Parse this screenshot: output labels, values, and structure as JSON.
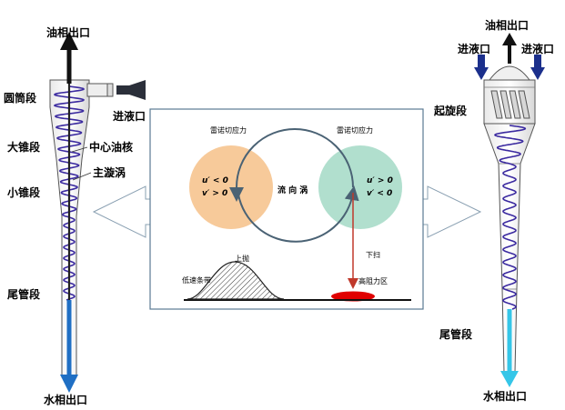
{
  "colors": {
    "spiral": "#3b2aa0",
    "oil_arrow": "#111111",
    "water_arrow_left": "#1f6fc4",
    "water_arrow_right": "#35c6e8",
    "inlet_arrow": "#1b2f8c",
    "left_circle": "#f6c48f",
    "right_circle": "#a9dcc9",
    "vortex_ring": "#4a6274",
    "high_resistance": "#e00000",
    "panel_border": "#5a7a92"
  },
  "left_separator": {
    "oil_outlet": "油相出口",
    "water_outlet": "水相出口",
    "inlet": "进液口",
    "cylinder_section": "圆筒段",
    "large_cone": "大锥段",
    "small_cone": "小锥段",
    "tail_pipe": "尾管段",
    "central_oil_core": "中心油核",
    "main_vortex": "主漩涡"
  },
  "right_separator": {
    "oil_outlet": "油相出口",
    "inlet_left": "进液口",
    "inlet_right": "进液口",
    "swirl_section": "起旋段",
    "tail_pipe": "尾管段",
    "water_outlet": "水相出口"
  },
  "center_panel": {
    "reynolds_left": "雷诺切应力",
    "reynolds_right": "雷诺切应力",
    "left_u": "u′ < 0",
    "left_v": "v′ > 0",
    "right_u": "u′ > 0",
    "right_v": "v′ < 0",
    "flow_vortex": "流 向 涡",
    "downsweep": "下扫",
    "upthrow": "上抛",
    "low_speed_streak": "低速条带",
    "high_resistance": "高阻力区"
  }
}
